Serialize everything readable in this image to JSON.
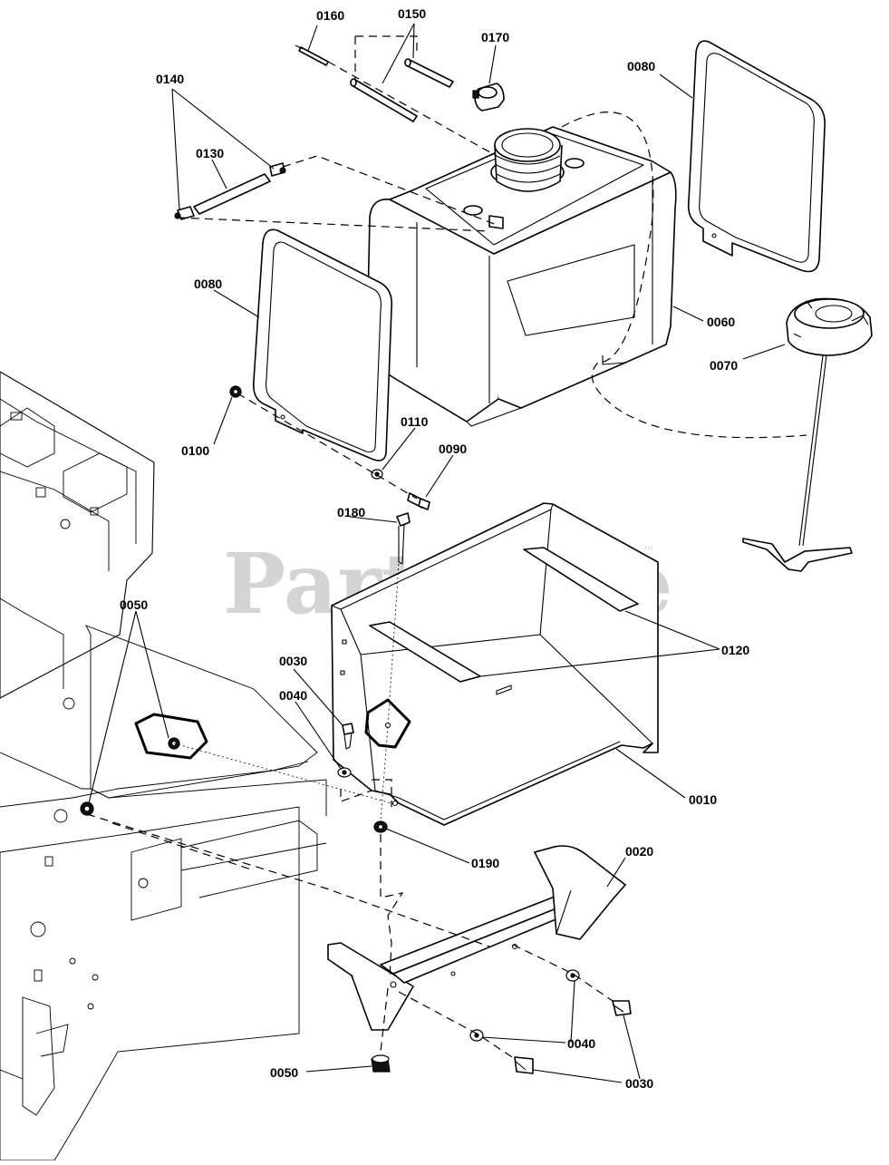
{
  "watermark": {
    "brand": "PartsTree",
    "mark": "™"
  },
  "callouts": [
    {
      "id": "c0160",
      "text": "0160"
    },
    {
      "id": "c0150",
      "text": "0150"
    },
    {
      "id": "c0170",
      "text": "0170"
    },
    {
      "id": "c0080a",
      "text": "0080"
    },
    {
      "id": "c0140",
      "text": "0140"
    },
    {
      "id": "c0130",
      "text": "0130"
    },
    {
      "id": "c0080b",
      "text": "0080"
    },
    {
      "id": "c0060",
      "text": "0060"
    },
    {
      "id": "c0070",
      "text": "0070"
    },
    {
      "id": "c0100",
      "text": "0100"
    },
    {
      "id": "c0110",
      "text": "0110"
    },
    {
      "id": "c0090",
      "text": "0090"
    },
    {
      "id": "c0180",
      "text": "0180"
    },
    {
      "id": "c0050a",
      "text": "0050"
    },
    {
      "id": "c0120",
      "text": "0120"
    },
    {
      "id": "c0030a",
      "text": "0030"
    },
    {
      "id": "c0040a",
      "text": "0040"
    },
    {
      "id": "c0010",
      "text": "0010"
    },
    {
      "id": "c0190",
      "text": "0190"
    },
    {
      "id": "c0020",
      "text": "0020"
    },
    {
      "id": "c0040b",
      "text": "0040"
    },
    {
      "id": "c0030b",
      "text": "0030"
    },
    {
      "id": "c0050b",
      "text": "0050"
    }
  ]
}
